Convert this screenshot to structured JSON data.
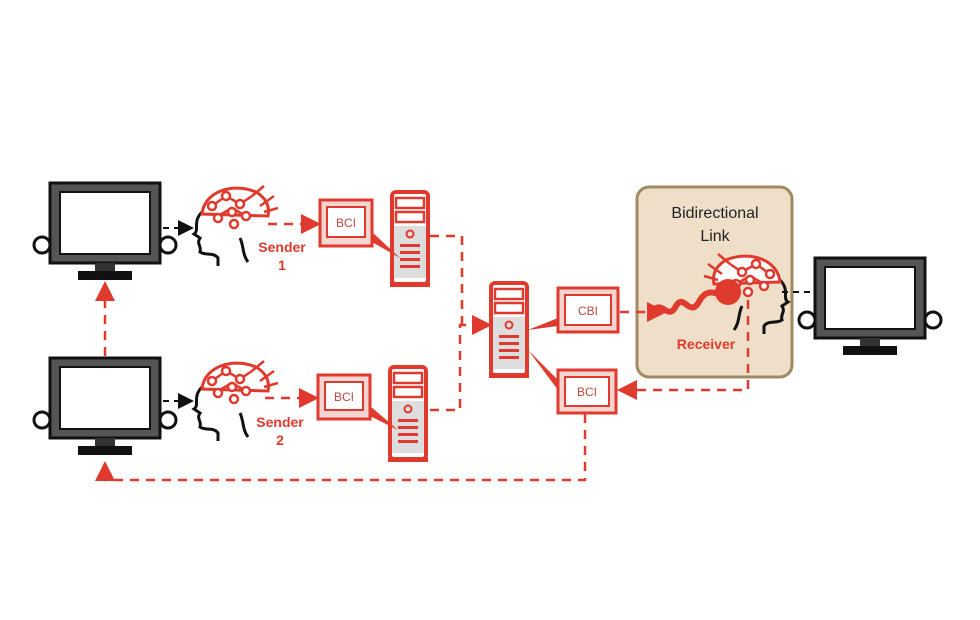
{
  "colors": {
    "accent": "#e03a2e",
    "link_box_fill": "#efdfc8",
    "link_box_stroke": "#a08a60"
  },
  "senders": [
    {
      "label": "Sender",
      "number": "1",
      "interface": "BCI"
    },
    {
      "label": "Sender",
      "number": "2",
      "interface": "BCI"
    }
  ],
  "hub": {
    "cbi_label": "CBI",
    "bci_label": "BCI"
  },
  "link_box": {
    "title_line1": "Bidirectional",
    "title_line2": "Link"
  },
  "receiver": {
    "label": "Receiver"
  }
}
